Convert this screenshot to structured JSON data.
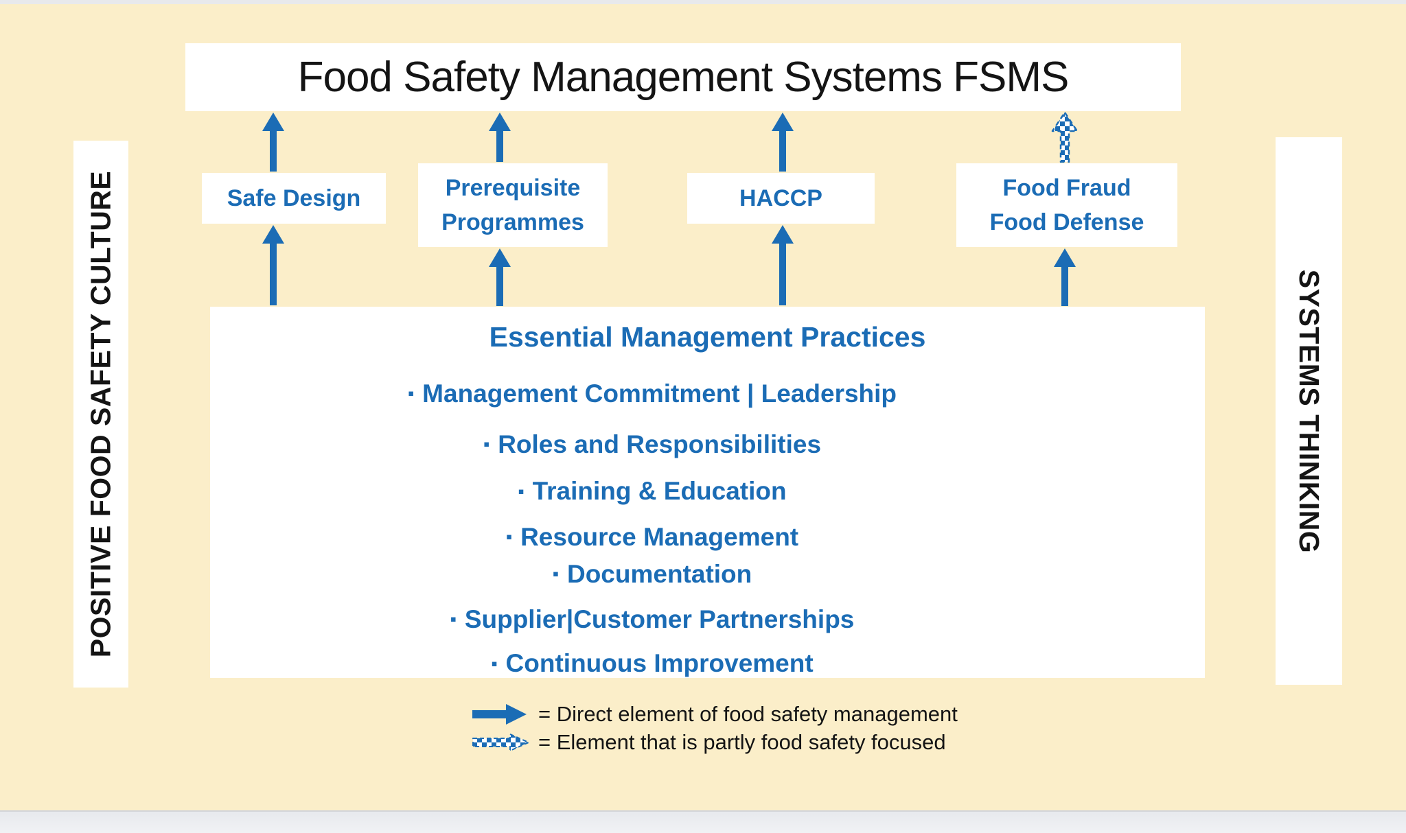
{
  "title": "Food Safety Management Systems FSMS",
  "banners": {
    "left": "POSITIVE FOOD SAFETY CULTURE",
    "right": "SYSTEMS THINKING"
  },
  "pillars": [
    {
      "name": "safe-design",
      "lines": [
        "Safe Design"
      ],
      "arrow_to_title": "solid",
      "arrow_from_practices": "solid"
    },
    {
      "name": "prerequisite-programmes",
      "lines": [
        "Prerequisite",
        "Programmes"
      ],
      "arrow_to_title": "solid",
      "arrow_from_practices": "solid"
    },
    {
      "name": "haccp",
      "lines": [
        "HACCP"
      ],
      "arrow_to_title": "solid",
      "arrow_from_practices": "solid"
    },
    {
      "name": "food-fraud-food-defense",
      "lines": [
        "Food Fraud",
        "Food Defense"
      ],
      "arrow_to_title": "dashed",
      "arrow_from_practices": "solid"
    }
  ],
  "practices": {
    "heading": "Essential Management Practices",
    "items": [
      "Management Commitment | Leadership",
      "Roles and Responsibilities",
      "Training & Education",
      "Resource Management",
      "Documentation",
      "Supplier|Customer Partnerships",
      "Continuous Improvement"
    ]
  },
  "legend": {
    "items": [
      {
        "arrow": "solid",
        "text": "= Direct element of food safety management"
      },
      {
        "arrow": "dashed",
        "text": "= Element that is partly food safety focused"
      }
    ]
  },
  "ui": {
    "bullet": "▪"
  },
  "colors": {
    "background": "#fbeec9",
    "accent_blue": "#1b6cb5",
    "box_background": "#ffffff",
    "text_black": "#141414",
    "bottom_strip": "#eef0f3"
  }
}
